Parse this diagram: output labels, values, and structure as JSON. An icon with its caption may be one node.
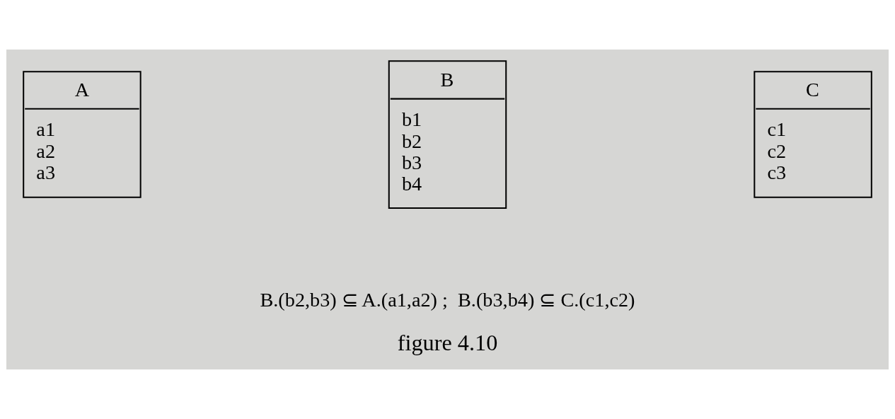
{
  "diagram": {
    "caption": "figure 4.10",
    "nodes": [
      {
        "text": [
          "A",
          "a1",
          "a2",
          "a3"
        ]
      },
      {
        "text": [
          "B",
          "b1",
          "b2",
          "b3",
          "b4"
        ]
      },
      {
        "text": [
          "C",
          "c1",
          "c2",
          "c3"
        ]
      }
    ],
    "edges": [],
    "labels": [
      "B.(b2,b3) ⊆ A.(a1,a2) ;  B.(b3,b4) ⊆ C.(c1,c2)"
    ]
  }
}
